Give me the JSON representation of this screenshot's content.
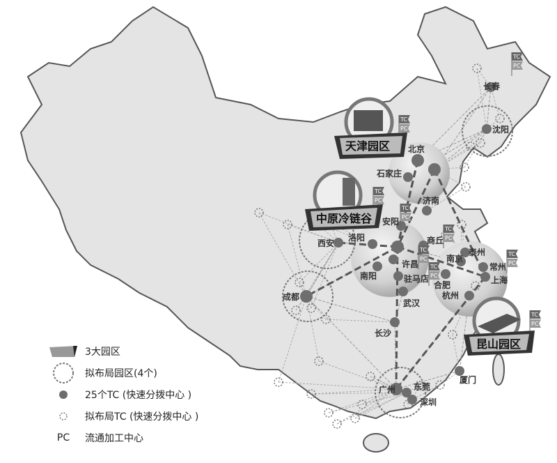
{
  "parks": [
    "天津园区",
    "中原冷链谷",
    "昆山园区"
  ],
  "flag": {
    "tc": "TC",
    "pc": "PC"
  },
  "cities": {
    "changchun": "长春",
    "shenyang": "沈阳",
    "beijing": "北京",
    "shijiazhuang": "石家庄",
    "jinan": "济南",
    "anyang": "安阳",
    "luoyang": "洛阳",
    "xian": "西安",
    "shangqiu": "商丘",
    "xuchang": "许昌",
    "nanyang": "南阳",
    "zhumadian": "驻马店",
    "wuhan": "武汉",
    "nanjing": "南京",
    "taizhou": "泰州",
    "changzhou": "常州",
    "shanghai": "上海",
    "hefei": "合肥",
    "hangzhou": "杭州",
    "chengdu": "成都",
    "changsha": "长沙",
    "guangzhou": "广州",
    "dongguan": "东莞",
    "shenzhen": "深圳",
    "xiamen": "厦门"
  },
  "legend": [
    {
      "icon": "park-ribbon",
      "label": "3大园区"
    },
    {
      "icon": "planned-park-ring",
      "label": "拟布局园区(4个)"
    },
    {
      "icon": "tc-dot",
      "label": "25个TC (快速分拨中心 )"
    },
    {
      "icon": "planned-tc-ring",
      "label": "拟布局TC (快速分拨中心 )"
    },
    {
      "icon": "pc-text",
      "label": "流通加工中心",
      "key": "PC"
    }
  ],
  "colors": {
    "land": "#e4e4e4",
    "border": "#555555",
    "dot": "#6e6e6e"
  }
}
